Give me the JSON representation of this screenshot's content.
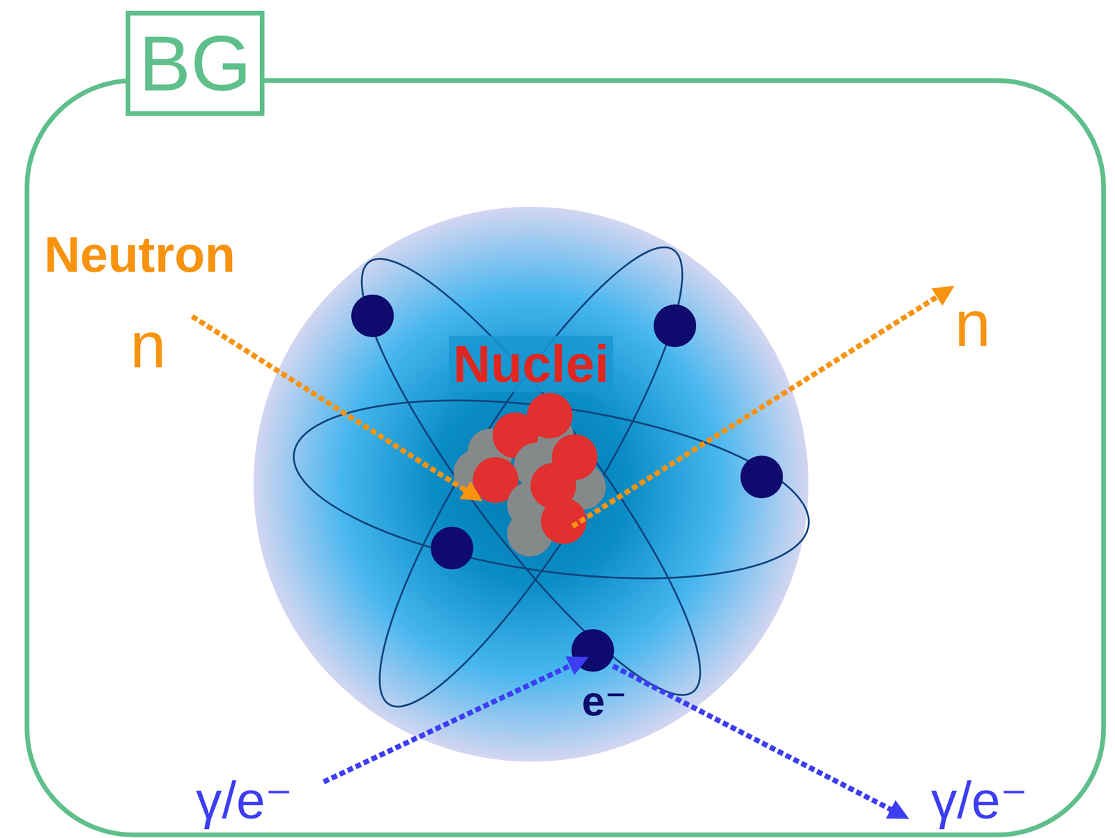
{
  "diagram": {
    "nodes": [
      {
        "text": [
          "BG"
        ]
      }
    ],
    "labels": [
      "Neutron",
      "n",
      "Nuclei",
      "n",
      "e⁻",
      "γ/e⁻",
      "γ/e⁻"
    ]
  }
}
